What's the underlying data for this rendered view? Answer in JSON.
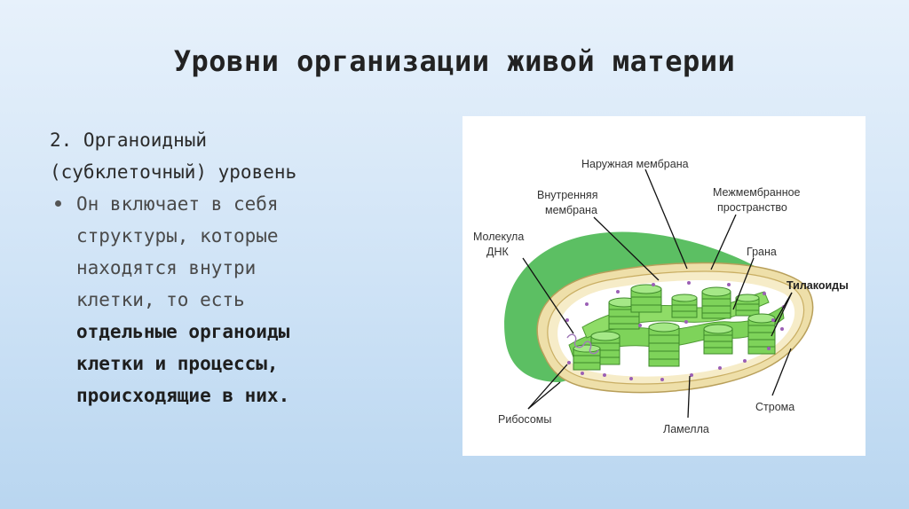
{
  "slide": {
    "title": "Уровни организации живой материи"
  },
  "content": {
    "heading_line1": "2. Органоидный",
    "heading_line2": "(субклеточный) уровень",
    "bullet_lines": [
      "Он включает в себя",
      "структуры, которые",
      "находятся внутри",
      "клетки, то есть"
    ],
    "bullet_bold_lines": [
      "отдельные органоиды",
      "клетки и процессы,",
      "происходящие в них."
    ]
  },
  "diagram": {
    "labels": {
      "outer_membrane": "Наружная мембрана",
      "inner_membrane_1": "Внутренняя",
      "inner_membrane_2": "мембрана",
      "intermembrane_1": "Межмембранное",
      "intermembrane_2": "пространство",
      "dna_1": "Молекула",
      "dna_2": "ДНК",
      "grana": "Грана",
      "thylakoids": "Тилакоиды",
      "ribosomes": "Рибосомы",
      "lamella": "Ламелла",
      "stroma": "Строма"
    },
    "colors": {
      "outer_green": "#5cbf63",
      "membrane_cream": "#f5e9c4",
      "stroma_fill": "#ffffff",
      "thylakoid": "#7ed35a",
      "ribosome": "#9b5fb5"
    }
  }
}
